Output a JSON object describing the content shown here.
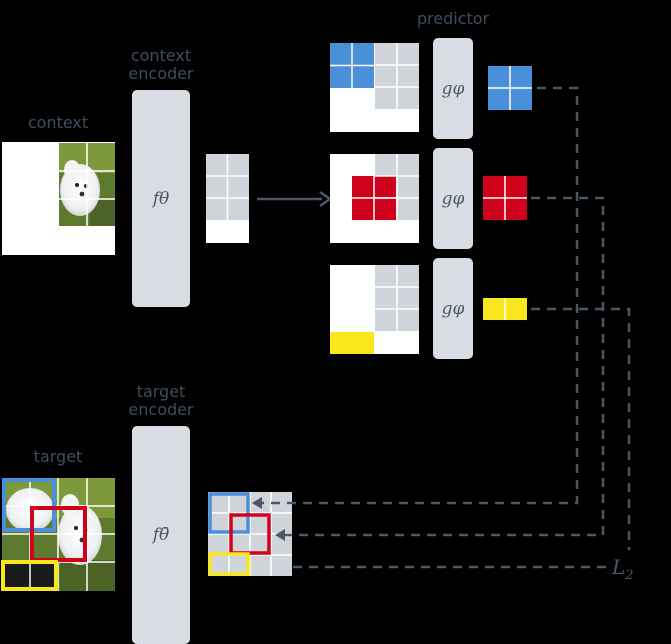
{
  "labels": {
    "context": "context",
    "context_encoder_1": "context",
    "context_encoder_2": "encoder",
    "predictor": "predictor",
    "target": "target",
    "target_encoder_1": "target",
    "target_encoder_2": "encoder"
  },
  "symbols": {
    "context_encoder": "fθ",
    "target_encoder": "fθ̄",
    "predictor": "gφ",
    "loss": "L2"
  },
  "colors": {
    "blue": "#4a90d9",
    "red": "#d0021b",
    "yellow": "#f8e71c",
    "gray": "#cfd4da",
    "encoder": "#d8dde3",
    "line": "#4a5866"
  }
}
